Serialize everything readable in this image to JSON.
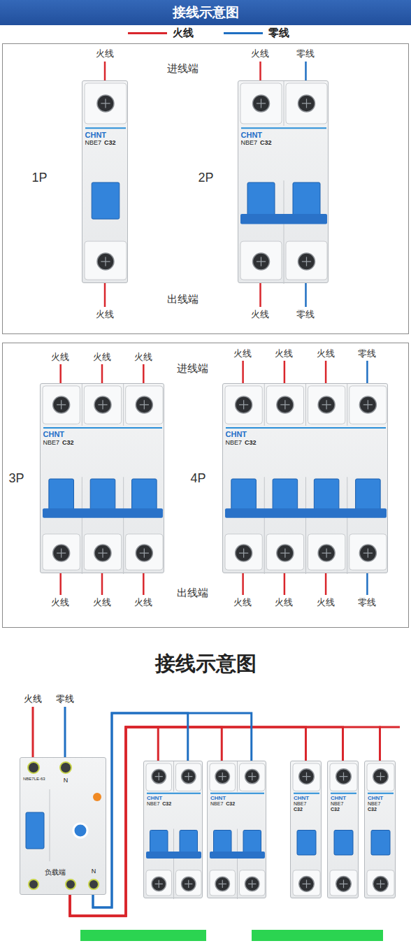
{
  "diagram": {
    "title": "接线示意图",
    "nodes": [
      {
        "text": [
          "火线",
          "进线端",
          "火线",
          "零线",
          "1P",
          "2P",
          "出线端",
          "火线",
          "火线",
          "零线"
        ]
      },
      {
        "text": [
          "CHNT",
          "NBE7",
          "C32"
        ],
        "in": 0
      },
      {
        "text": [
          "CHNT",
          "NBE7",
          "C32"
        ],
        "in": 0
      },
      {
        "text": [
          "火线",
          "火线",
          "火线",
          "进线端",
          "火线",
          "火线",
          "火线",
          "零线",
          "3P",
          "4P",
          "出线端",
          "火线",
          "火线",
          "火线",
          "火线",
          "火线",
          "火线",
          "零线"
        ]
      },
      {
        "text": [
          "CHNT",
          "NBE7",
          "C32"
        ],
        "in": 3
      },
      {
        "text": [
          "CHNT",
          "NBE7",
          "C32"
        ],
        "in": 3
      },
      {
        "text": [
          "NBE7LE-63",
          "N",
          "负载端",
          "N"
        ]
      },
      {
        "text": [
          "CHNT",
          "NBE7",
          "C32"
        ]
      },
      {
        "text": [
          "CHNT",
          "NBE7",
          "C32"
        ]
      },
      {
        "text": [
          "CHNT",
          "NBE7",
          "C32"
        ]
      },
      {
        "text": [
          "CHNT",
          "NBE7",
          "C32"
        ]
      },
      {
        "text": [
          "CHNT",
          "NBE7",
          "C32"
        ]
      }
    ],
    "edges": [
      {
        "from": 6,
        "to": 7,
        "arrow": "none"
      },
      {
        "from": 6,
        "to": 8,
        "arrow": "none"
      },
      {
        "from": 6,
        "to": 9,
        "arrow": "none"
      },
      {
        "from": 6,
        "to": 10,
        "arrow": "none"
      },
      {
        "from": 6,
        "to": 11,
        "arrow": "none"
      },
      {
        "from": 6,
        "to": 7,
        "arrow": "none"
      },
      {
        "from": 6,
        "to": 8,
        "arrow": "none"
      }
    ],
    "labels": [
      "接线示意图",
      "火线",
      "零线"
    ],
    "legend": [
      {
        "text": "火线"
      },
      {
        "text": "零线"
      }
    ]
  }
}
